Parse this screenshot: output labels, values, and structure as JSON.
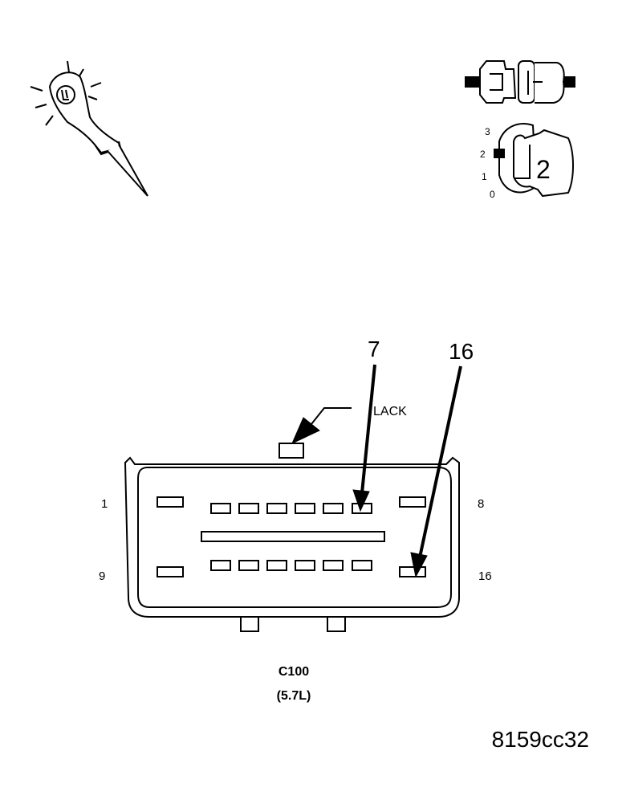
{
  "probe_tool": {
    "icon": "test-probe-icon"
  },
  "connector_icon": {
    "icon": "disconnected-connector-icon"
  },
  "ignition_switch": {
    "icon": "ignition-key-icon",
    "positions": [
      "3",
      "2",
      "1",
      "0"
    ],
    "key_number": "2"
  },
  "callouts": {
    "pin_a": "7",
    "pin_b": "16"
  },
  "lock_label": "LACK",
  "pin_labels": {
    "top_left": "1",
    "top_right": "8",
    "bottom_left": "9",
    "bottom_right": "16"
  },
  "connector": {
    "name": "C100",
    "engine": "(5.7L)"
  },
  "figure_id": "8159cc32"
}
